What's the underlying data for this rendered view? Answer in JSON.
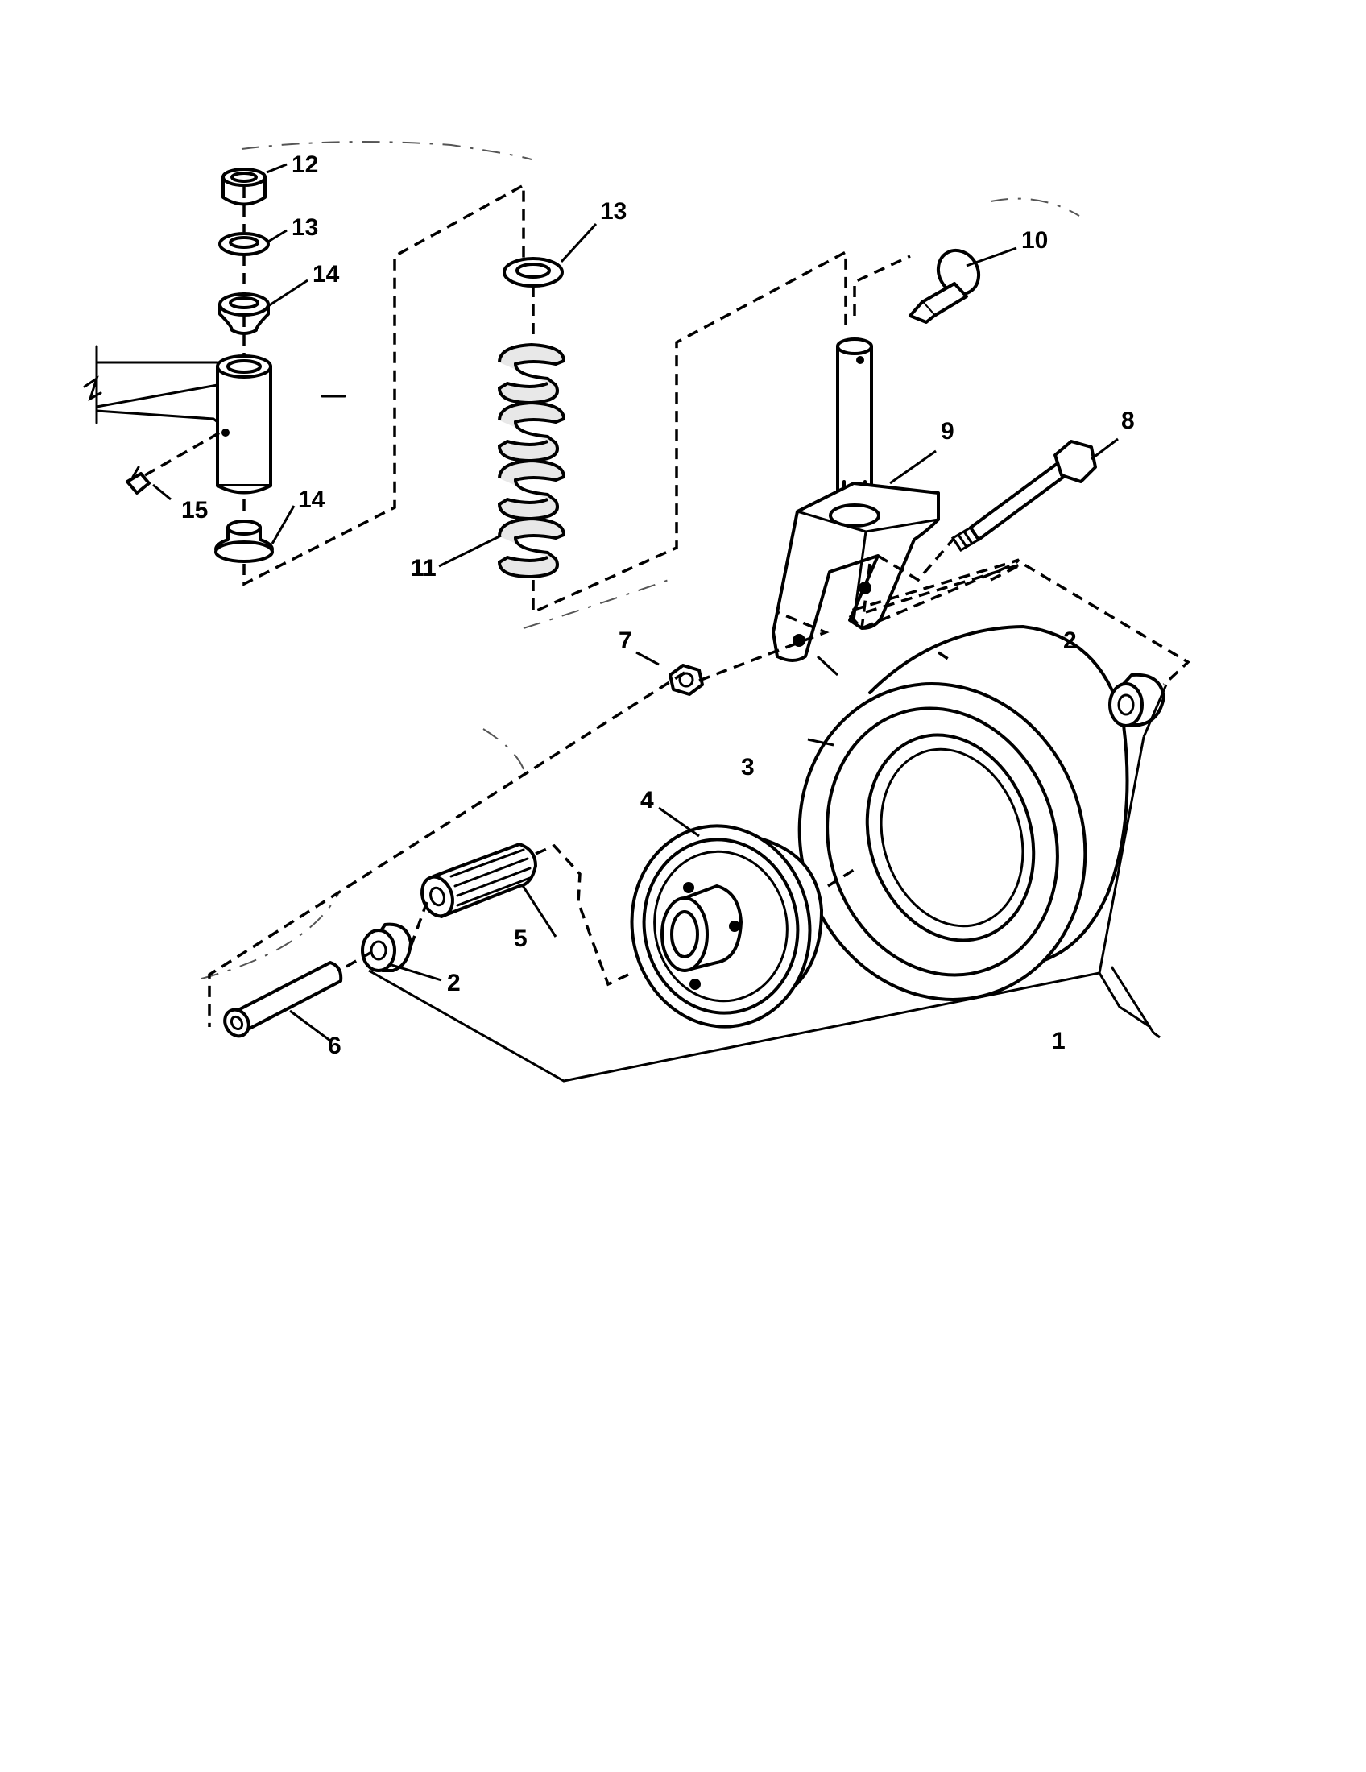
{
  "callouts": {
    "c1": "1",
    "c2a": "2",
    "c2b": "2",
    "c3": "3",
    "c4": "4",
    "c5": "5",
    "c6": "6",
    "c7": "7",
    "c8": "8",
    "c9": "9",
    "c10": "10",
    "c11": "11",
    "c12": "12",
    "c13a": "13",
    "c13b": "13",
    "c14a": "14",
    "c14b": "14",
    "c15": "15"
  }
}
